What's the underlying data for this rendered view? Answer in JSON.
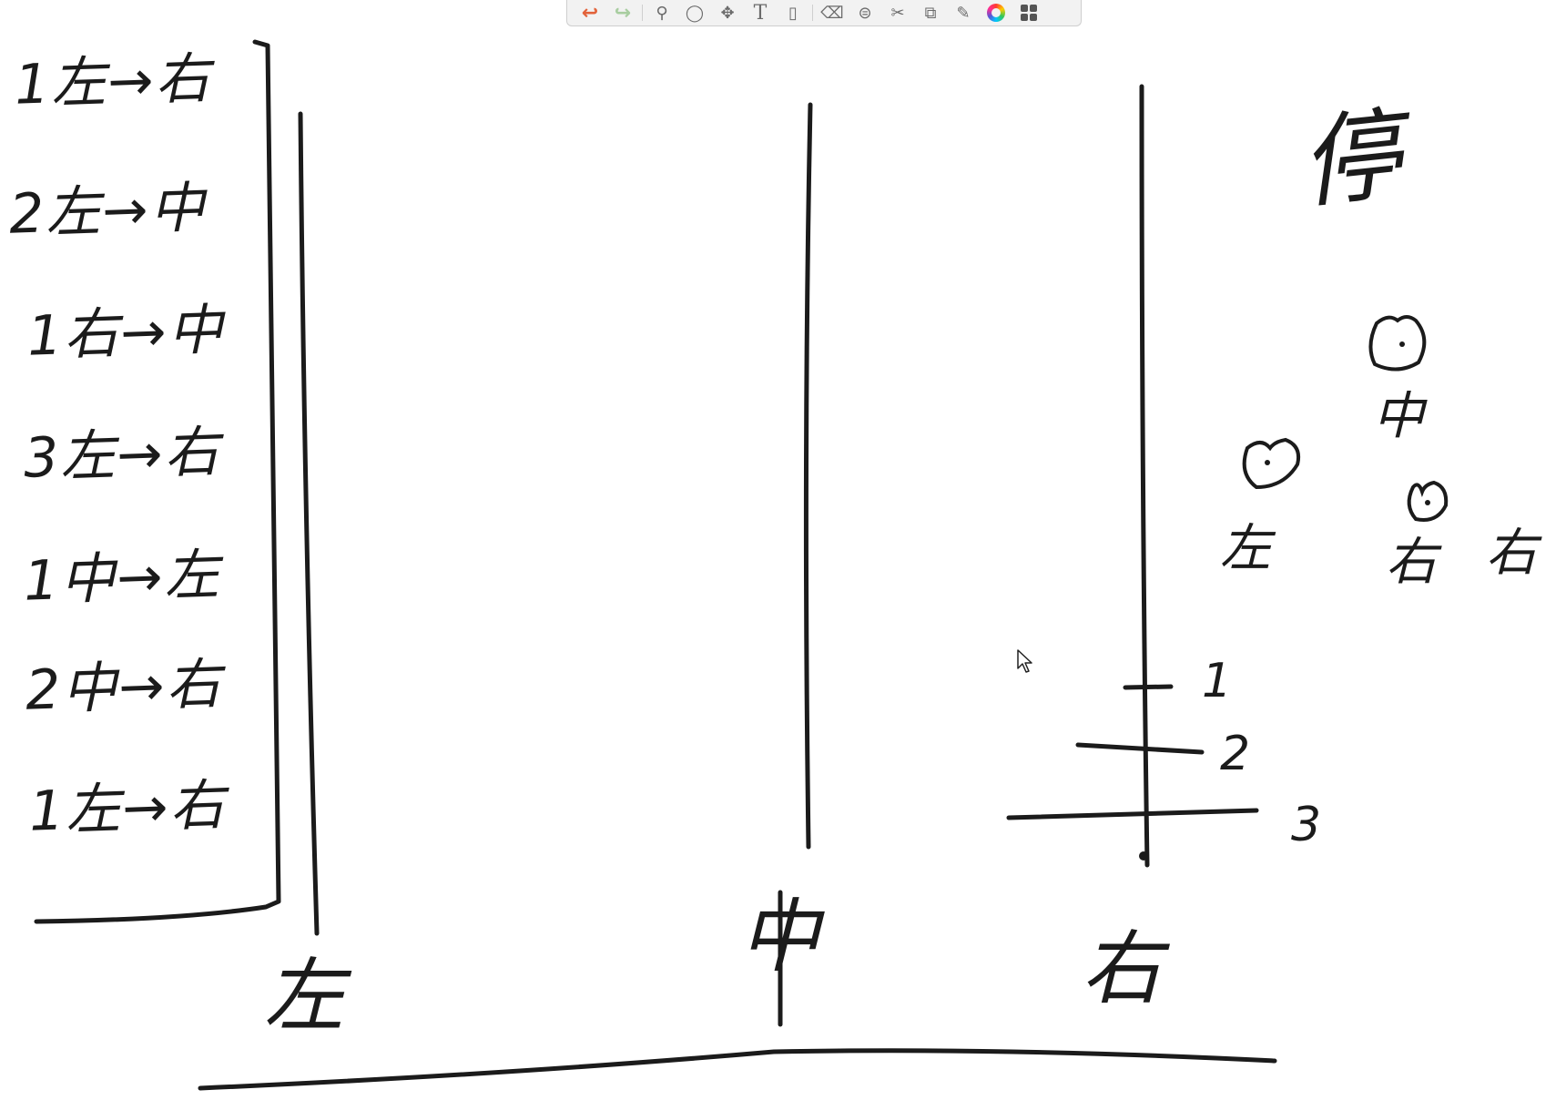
{
  "toolbar": {
    "tools": [
      {
        "name": "undo",
        "glyph": "↩"
      },
      {
        "name": "redo",
        "glyph": "↪"
      },
      {
        "name": "zoom",
        "glyph": "⚲"
      },
      {
        "name": "lasso",
        "glyph": "◯"
      },
      {
        "name": "move",
        "glyph": "✥"
      },
      {
        "name": "text",
        "glyph": "T"
      },
      {
        "name": "shape",
        "glyph": "▯"
      },
      {
        "name": "eraser",
        "glyph": "⌫"
      },
      {
        "name": "stamp",
        "glyph": "⊜"
      },
      {
        "name": "cut",
        "glyph": "✂"
      },
      {
        "name": "copy",
        "glyph": "⧉"
      },
      {
        "name": "pens",
        "glyph": "✎"
      },
      {
        "name": "color-wheel",
        "glyph": ""
      },
      {
        "name": "layout",
        "glyph": ""
      }
    ]
  },
  "whiteboard": {
    "steps": [
      {
        "disk": "1",
        "from": "左",
        "to": "右"
      },
      {
        "disk": "2",
        "from": "左",
        "to": "中"
      },
      {
        "disk": "1",
        "from": "右",
        "to": "中"
      },
      {
        "disk": "3",
        "from": "左",
        "to": "右"
      },
      {
        "disk": "1",
        "from": "中",
        "to": "左"
      },
      {
        "disk": "2",
        "from": "中",
        "to": "右"
      },
      {
        "disk": "1",
        "from": "左",
        "to": "右"
      }
    ],
    "arrow": "→",
    "pegs": {
      "left": "左",
      "middle": "中",
      "right": "右"
    },
    "disk_labels": [
      "1",
      "2",
      "3"
    ],
    "title_char": "停",
    "example": {
      "top": "中",
      "left": "左",
      "middle": "右",
      "right": "右"
    }
  },
  "colors": {
    "ink": "#1b1b1b",
    "undo": "#e2623a",
    "redo": "#a8cda0"
  }
}
